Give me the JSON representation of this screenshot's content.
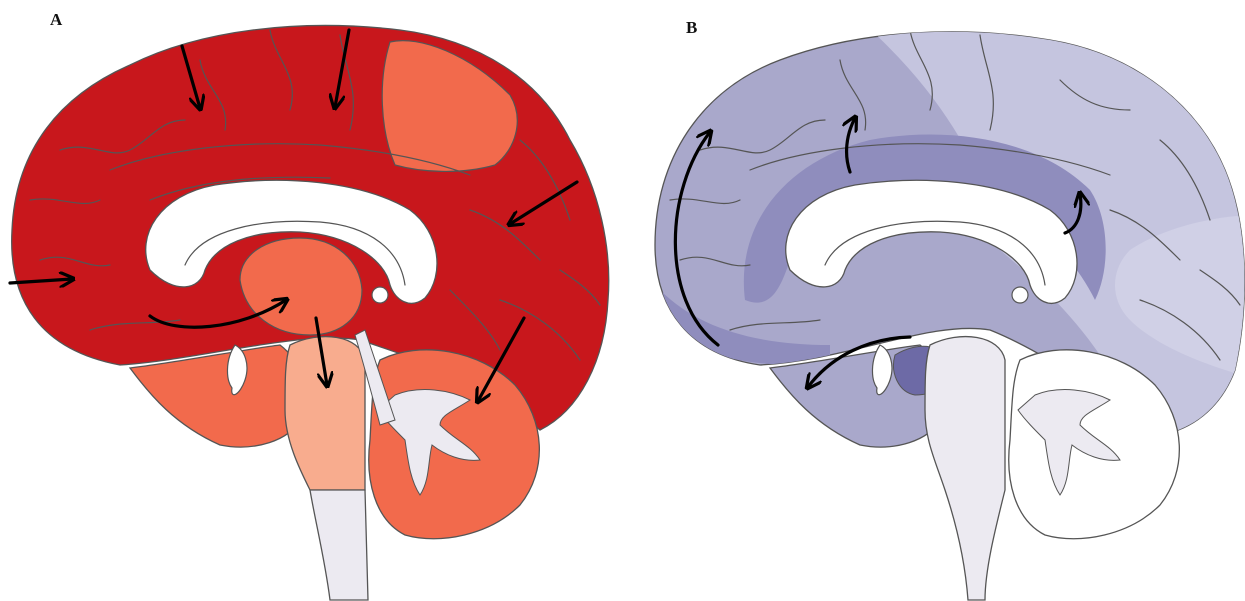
{
  "panels": [
    {
      "label": "A",
      "palette": {
        "cortex": "#c8171c",
        "medium": "#f26a4c",
        "light": "#f8ac8e",
        "white": "#ffffff",
        "brainstem": "#eceaf1",
        "outline": "#555555"
      },
      "arrows": [
        "frontal-inward",
        "parietal-inward",
        "occipital-inward",
        "temporal-arrow",
        "cerebellar-arrow",
        "diencephalic-curve",
        "brainstem-down"
      ]
    },
    {
      "label": "B",
      "palette": {
        "cortex": "#a9a8cb",
        "light": "#c5c5df",
        "medium": "#8f8dbd",
        "dark": "#6d6aa6",
        "white": "#ffffff",
        "brainstem": "#eceaf1",
        "outline": "#555555"
      },
      "arrows": [
        "frontal-ascending-curve",
        "cingulate-up",
        "callosal-up",
        "ventral-curve"
      ]
    }
  ]
}
